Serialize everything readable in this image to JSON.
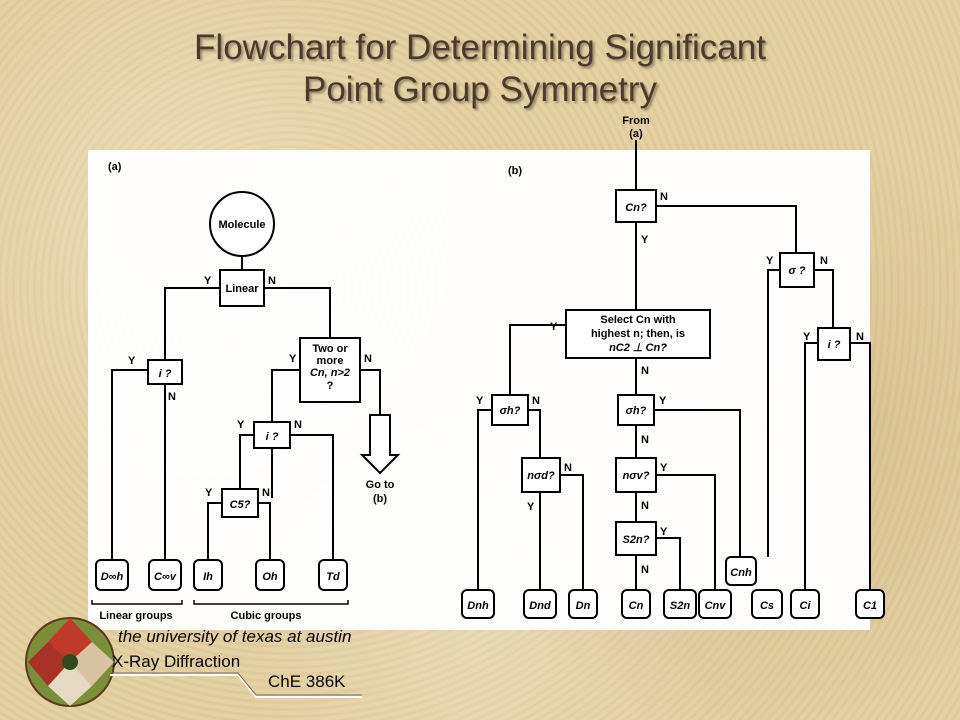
{
  "slide": {
    "title_line1": "Flowchart for Determining Significant",
    "title_line2": "Point Group Symmetry"
  },
  "panel_a": {
    "label": "(a)",
    "molecule": "Molecule",
    "linear": "Linear",
    "i_q": "i ?",
    "two_or_more": [
      "Two or",
      "more",
      "Cn, n>2",
      "?"
    ],
    "i_q2": "i ?",
    "c5_q": "C5?",
    "go_to": [
      "Go to",
      "(b)"
    ],
    "results": [
      "D∞h",
      "C∞v",
      "Ih",
      "Oh",
      "Td"
    ],
    "group_labels": [
      "Linear groups",
      "Cubic groups"
    ],
    "yes": "Y",
    "no": "N"
  },
  "panel_b": {
    "label": "(b)",
    "from": [
      "From",
      "(a)"
    ],
    "cn_q": "Cn?",
    "select": [
      "Select Cn with",
      "highest n; then, is",
      "nC2 ⊥ Cn?"
    ],
    "sigma_q": "σ ?",
    "i_q": "i ?",
    "sigma_h_q": "σh?",
    "sigma_h_q2": "σh?",
    "n_sigma_d_q": "nσd?",
    "n_sigma_v_q": "nσv?",
    "s2n_q": "S2n?",
    "results": [
      "Dnh",
      "Dnd",
      "Dn",
      "Cn",
      "S2n",
      "Cnv",
      "Cnh",
      "Cs",
      "Ci",
      "C1"
    ]
  },
  "footer": {
    "university": "the university of texas at austin",
    "department": "X-Ray Diffraction",
    "course": "ChE 386K"
  }
}
